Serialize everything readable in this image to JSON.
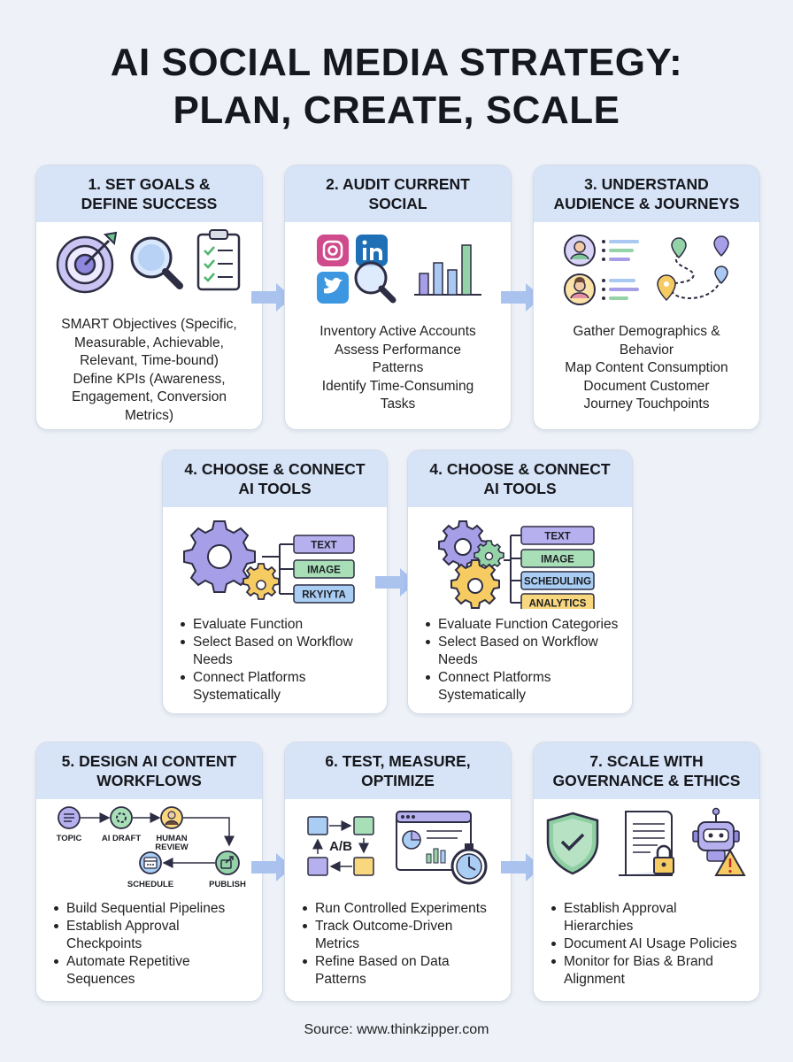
{
  "title_line1": "AI SOCIAL MEDIA STRATEGY:",
  "title_line2": "PLAN, CREATE, SCALE",
  "source": "Source: www.thinkzipper.com",
  "steps": [
    {
      "head1": "1. SET GOALS &",
      "head2": "DEFINE SUCCESS",
      "body": [
        "SMART Objectives (Specific,",
        "Measurable, Achievable,",
        "Relevant, Time-bound)",
        "Define KPIs (Awareness,",
        "Engagement, Conversion",
        "Metrics)"
      ]
    },
    {
      "head1": "2. AUDIT CURRENT",
      "head2": "SOCIAL",
      "body": [
        "Inventory Active Accounts",
        "Assess Performance",
        "Patterns",
        "Identify Time-Consuming",
        "Tasks"
      ]
    },
    {
      "head1": "3. UNDERSTAND",
      "head2": "AUDIENCE & JOURNEYS",
      "body": [
        "Gather Demographics &",
        "Behavior",
        "Map Content Consumption",
        "Document Customer",
        "Journey Touchpoints"
      ]
    },
    {
      "head1": "4. CHOOSE & CONNECT",
      "head2": "AI TOOLS",
      "tags": [
        "TEXT",
        "IMAGE",
        "RKYIYTA"
      ],
      "items": [
        [
          "Evaluate Function"
        ],
        [
          "Select Based on Workflow",
          "Needs"
        ],
        [
          "Connect Platforms",
          "Systematically"
        ]
      ]
    },
    {
      "head1": "4. CHOOSE & CONNECT",
      "head2": "AI TOOLS",
      "tags": [
        "TEXT",
        "IMAGE",
        "SCHEDULING",
        "ANALYTICS"
      ],
      "items": [
        [
          "Evaluate Function Categories"
        ],
        [
          "Select Based on Workflow",
          "Needs"
        ],
        [
          "Connect Platforms",
          "Systematically"
        ]
      ]
    },
    {
      "head1": "5. DESIGN AI CONTENT",
      "head2": "WORKFLOWS",
      "flow": [
        "TOPIC",
        "AI DRAFT",
        "HUMAN",
        "REVIEW",
        "SCHEDULE",
        "PUBLISH"
      ],
      "items": [
        [
          "Build Sequential Pipelines"
        ],
        [
          "Establish Approval",
          "Checkpoints"
        ],
        [
          "Automate Repetitive",
          "Sequences"
        ]
      ]
    },
    {
      "head1": "6. TEST, MEASURE,",
      "head2": "OPTIMIZE",
      "ab": "A/B",
      "items": [
        [
          "Run Controlled Experiments"
        ],
        [
          "Track Outcome-Driven",
          "Metrics"
        ],
        [
          "Refine Based on Data",
          "Patterns"
        ]
      ]
    },
    {
      "head1": "7. SCALE WITH",
      "head2": "GOVERNANCE & ETHICS",
      "items": [
        [
          "Establish Approval",
          "Hierarchies"
        ],
        [
          "Document AI Usage Policies"
        ],
        [
          "Monitor for Bias & Brand",
          "Alignment"
        ]
      ]
    }
  ],
  "colors": {
    "header": "#d7e3f6",
    "purple": "#8f86dd",
    "blue": "#90b9ec",
    "green": "#93d3a7",
    "yellow": "#f6cb62",
    "arrow": "#a9c2ee"
  }
}
